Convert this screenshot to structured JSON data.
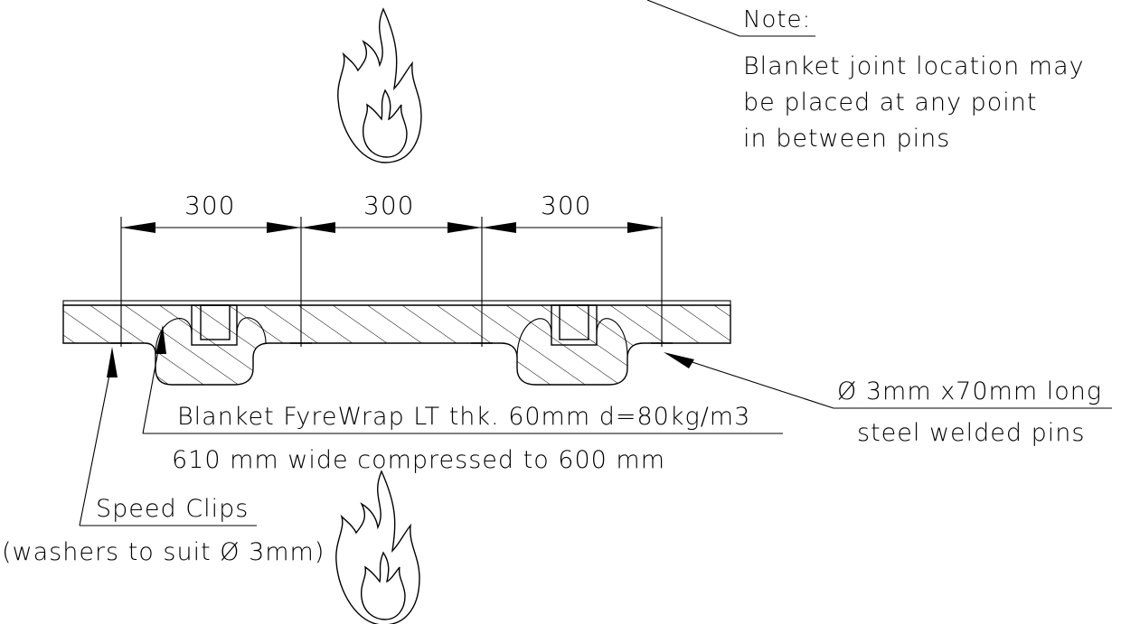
{
  "note": {
    "heading": "Note:",
    "lines": [
      "Blanket joint location may",
      "be placed at any point",
      "in between pins"
    ]
  },
  "dimensions": [
    "300",
    "300",
    "300"
  ],
  "blanket": {
    "line1": "Blanket FyreWrap LT thk. 60mm d=80kg/m3",
    "line2": "610 mm wide compressed to 600 mm"
  },
  "pins": {
    "line1": "Ø 3mm x70mm long",
    "line2": "steel welded pins"
  },
  "clips": {
    "line1": "Speed Clips",
    "line2": "(washers to suit Ø 3mm)"
  },
  "colors": {
    "ink": "#000000",
    "paper": "#ffffff"
  },
  "icons": [
    "flame-icon",
    "flame-icon"
  ]
}
